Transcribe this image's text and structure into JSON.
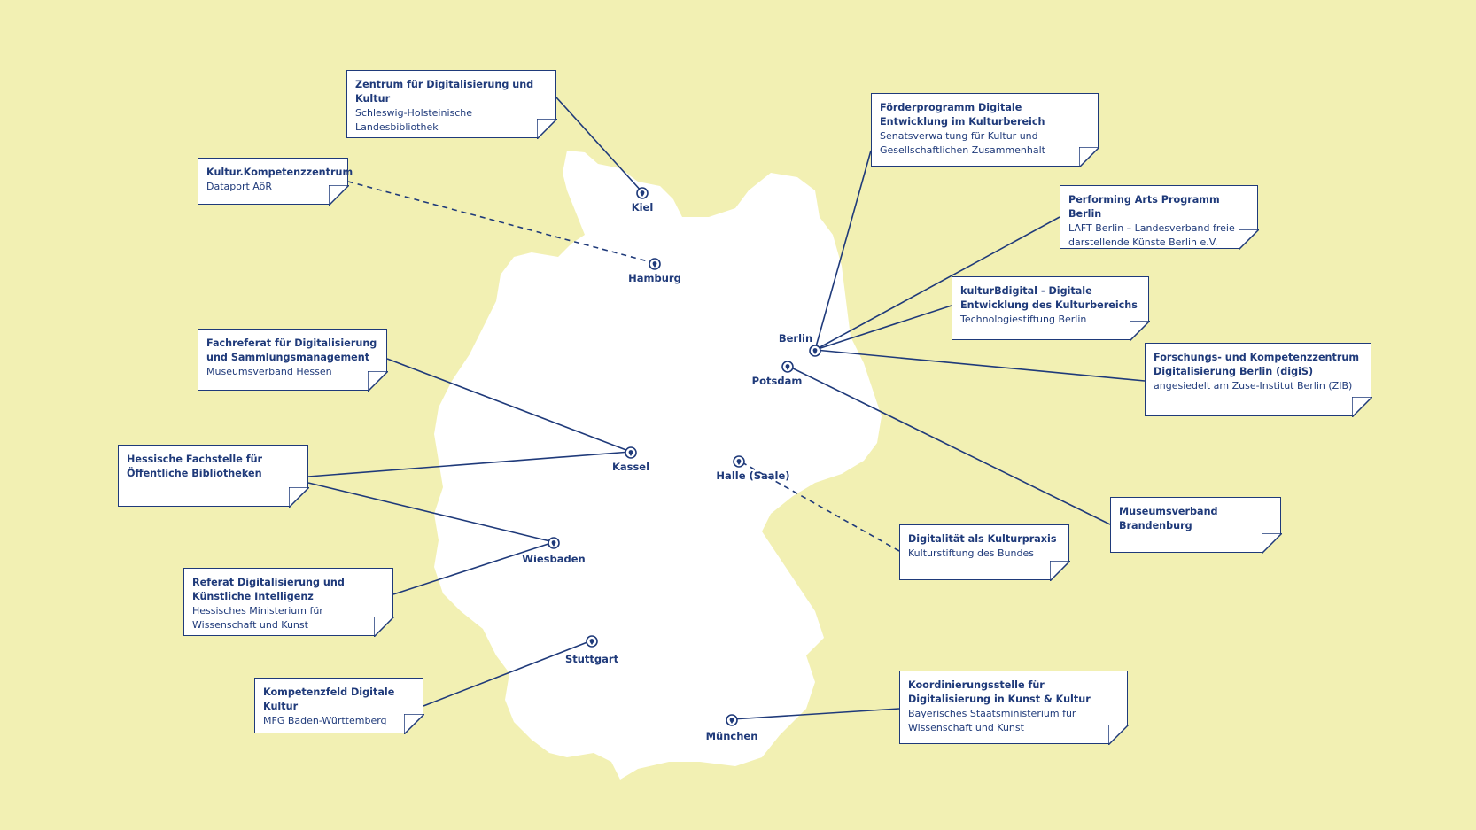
{
  "colors": {
    "background": "#f2f0b3",
    "land": "#ffffff",
    "ink": "#1f3a7a"
  },
  "cities": [
    {
      "id": "kiel",
      "name": "Kiel"
    },
    {
      "id": "hamburg",
      "name": "Hamburg"
    },
    {
      "id": "berlin",
      "name": "Berlin"
    },
    {
      "id": "potsdam",
      "name": "Potsdam"
    },
    {
      "id": "kassel",
      "name": "Kassel"
    },
    {
      "id": "halle",
      "name": "Halle (Saale)"
    },
    {
      "id": "wiesbaden",
      "name": "Wiesbaden"
    },
    {
      "id": "stuttgart",
      "name": "Stuttgart"
    },
    {
      "id": "muenchen",
      "name": "München"
    }
  ],
  "notes": [
    {
      "id": "zdk",
      "title": "Zentrum für Digitalisierung und Kultur",
      "sub": "Schleswig-Holsteinische Landesbibliothek",
      "city": "kiel"
    },
    {
      "id": "dataport",
      "title": "Kultur.Kompetenzzentrum",
      "sub": "Dataport AöR",
      "city": "hamburg",
      "dashed": true
    },
    {
      "id": "foerder",
      "title": "Förderprogramm Digitale Entwicklung im Kulturbereich",
      "sub": "Senatsverwaltung für Kultur und Gesellschaftlichen Zusammenhalt",
      "city": "berlin"
    },
    {
      "id": "pap",
      "title": "Performing Arts Programm Berlin",
      "sub": "LAFT Berlin – Landesverband freie darstellende Künste Berlin e.V.",
      "city": "berlin"
    },
    {
      "id": "kbd",
      "title": "kulturBdigital - Digitale Entwicklung des Kulturbereichs",
      "sub": "Technologiestiftung Berlin",
      "city": "berlin"
    },
    {
      "id": "digis",
      "title": "Forschungs- und Kompetenzzentrum Digitalisierung Berlin (digiS)",
      "sub": "angesiedelt am Zuse-Institut Berlin (ZIB)",
      "city": "berlin"
    },
    {
      "id": "mvbb",
      "title": "Museumsverband Brandenburg",
      "sub": "",
      "city": "potsdam"
    },
    {
      "id": "mvh",
      "title": "Fachreferat für Digitalisierung und Sammlungsmanagement",
      "sub": "Museumsverband Hessen",
      "city": "kassel"
    },
    {
      "id": "hfob",
      "title": "Hessische Fachstelle für Öffentliche Bibliotheken",
      "sub": "",
      "city": "kassel"
    },
    {
      "id": "kulturstiftung",
      "title": "Digitalität als Kulturpraxis",
      "sub": "Kulturstiftung des Bundes",
      "city": "halle",
      "dashed": true
    },
    {
      "id": "hmwk",
      "title": "Referat Digitalisierung und Künstliche Intelligenz",
      "sub": "Hessisches Ministerium für Wissenschaft und Kunst",
      "city": "wiesbaden"
    },
    {
      "id": "mfg",
      "title": "Kompetenzfeld Digitale Kultur",
      "sub": "MFG Baden-Württemberg",
      "city": "stuttgart"
    },
    {
      "id": "bayern",
      "title": "Koordinierungsstelle für Digitalisierung in Kunst & Kultur",
      "sub": "Bayerisches Staatsministerium für Wissenschaft und Kunst",
      "city": "muenchen"
    }
  ]
}
